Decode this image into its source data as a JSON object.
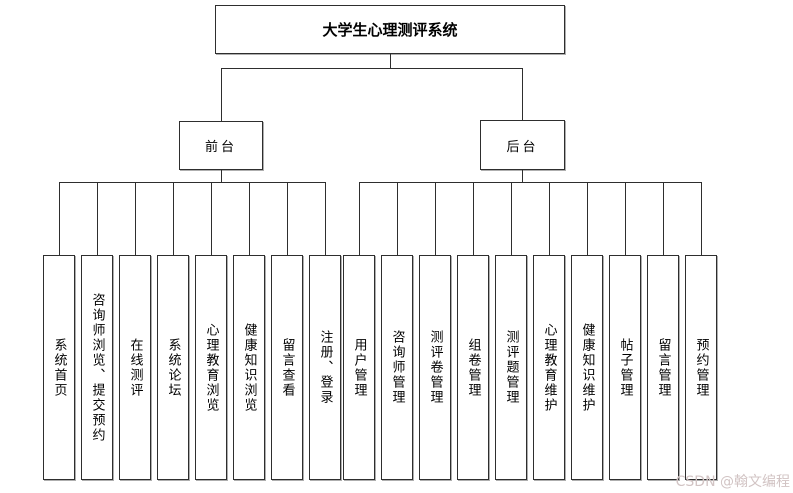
{
  "diagram": {
    "title": "大学生心理测评系统",
    "front": {
      "label": "前台",
      "children": [
        "系统首页",
        "咨询师浏览、提交预约",
        "在线测评",
        "系统论坛",
        "心理教育浏览",
        "健康知识浏览",
        "留言查看",
        "注册、登录"
      ]
    },
    "back": {
      "label": "后台",
      "children": [
        "用户管理",
        "咨询师管理",
        "测评卷管理",
        "组卷管理",
        "测评题管理",
        "心理教育维护",
        "健康知识维护",
        "帖子管理",
        "留言管理",
        "预约管理"
      ]
    },
    "watermark": "CSDN @翰文编程",
    "colors": {
      "line": "#2e2e2e",
      "box_border": "#2e2e2e",
      "background": "#ffffff",
      "text": "#000000",
      "watermark": "#d2c4c4"
    }
  }
}
